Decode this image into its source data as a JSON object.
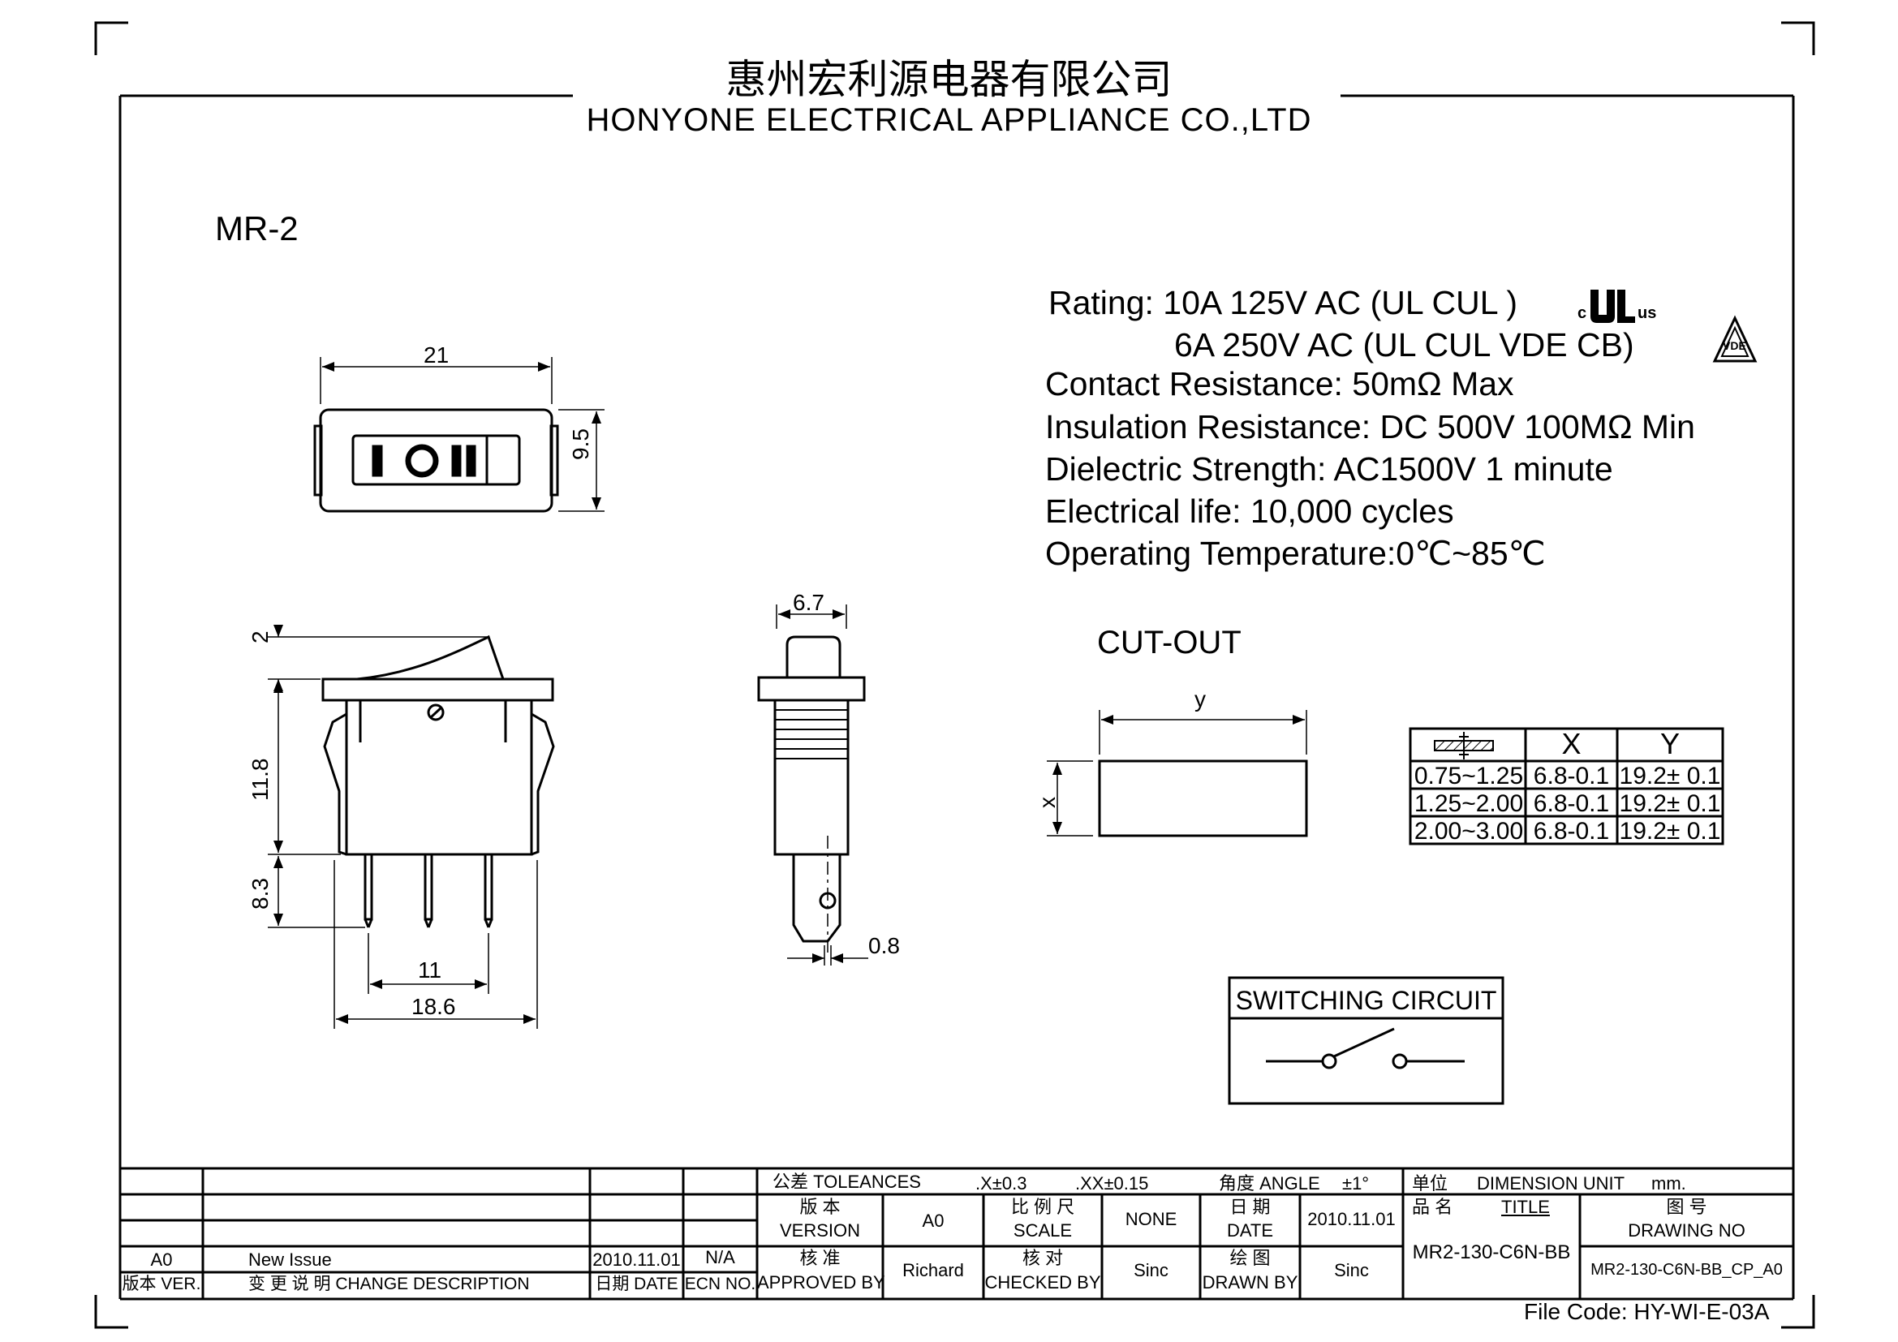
{
  "header": {
    "company_cn": "惠州宏利源电器有限公司",
    "company_en": "HONYONE  ELECTRICAL  APPLIANCE  CO.,LTD"
  },
  "model": "MR-2",
  "specs": {
    "rating1": "Rating: 10A 125V AC (UL  CUL  )",
    "rating2": "6A 250V AC (UL  CUL  VDE  CB)",
    "contact": "Contact Resistance: 50mΩ Max",
    "insulation": "Insulation Resistance: DC 500V 100MΩ Min",
    "dielectric": "Dielectric Strength: AC1500V 1 minute",
    "life": "Electrical life: 10,000 cycles",
    "temperature": "Operating Temperature:0℃~85℃",
    "ul_mark_c": "c",
    "ul_mark_us": "us",
    "vde_mark": "VDE"
  },
  "dimensions": {
    "top_width": "21",
    "top_height": "9.5",
    "rocker": "2",
    "body": "11.8",
    "terminal": "8.3",
    "pitch": "11",
    "base": "18.6",
    "side_width": "6.7",
    "terminal_thk": "0.8"
  },
  "cutout": {
    "title": "CUT-OUT",
    "x_label": "x",
    "y_label": "y",
    "col_x": "X",
    "col_y": "Y",
    "rows": [
      [
        "0.75~1.25",
        "6.8-0.1",
        "19.2± 0.1"
      ],
      [
        "1.25~2.00",
        "6.8-0.1",
        "19.2± 0.1"
      ],
      [
        "2.00~3.00",
        "6.8-0.1",
        "19.2± 0.1"
      ]
    ]
  },
  "circuit": {
    "title": "SWITCHING CIRCUIT"
  },
  "title_block": {
    "tol": "公差 TOLEANCES",
    "tol_x": ".X±0.3",
    "tol_xx": ".XX±0.15",
    "angle": "角度 ANGLE",
    "angle_v": "±1°",
    "unit": "单位",
    "dim_unit": "DIMENSION UNIT",
    "mm": "mm.",
    "version_cn": "版 本",
    "version_en": "VERSION",
    "version_v": "A0",
    "scale_cn": "比 例 尺",
    "scale_en": "SCALE",
    "scale_v": "NONE",
    "date_cn": "日 期",
    "date_en": "DATE",
    "date_v": "2010.11.01",
    "title_cn": "品 名",
    "title_en": "TITLE",
    "title_v": "MR2-130-C6N-BB",
    "drawno_cn": "图 号",
    "drawno_en": "DRAWING NO",
    "drawno_v": "MR2-130-C6N-BB_CP_A0",
    "approved_cn": "核 准",
    "approved_en": "APPROVED BY",
    "approved_v": "Richard",
    "checked_cn": "核 对",
    "checked_en": "CHECKED BY",
    "checked_v": "Sinc",
    "drawn_cn": "绘 图",
    "drawn_en": "DRAWN BY",
    "drawn_v": "Sinc",
    "rev_ver": "A0",
    "rev_desc": "New Issue",
    "rev_date": "2010.11.01",
    "rev_ecn": "N/A",
    "h_ver": "版本 VER.",
    "h_desc": "变 更 说 明  CHANGE DESCRIPTION",
    "h_date": "日期 DATE",
    "h_ecn": "ECN NO."
  },
  "file_code": "File Code: HY-WI-E-03A"
}
